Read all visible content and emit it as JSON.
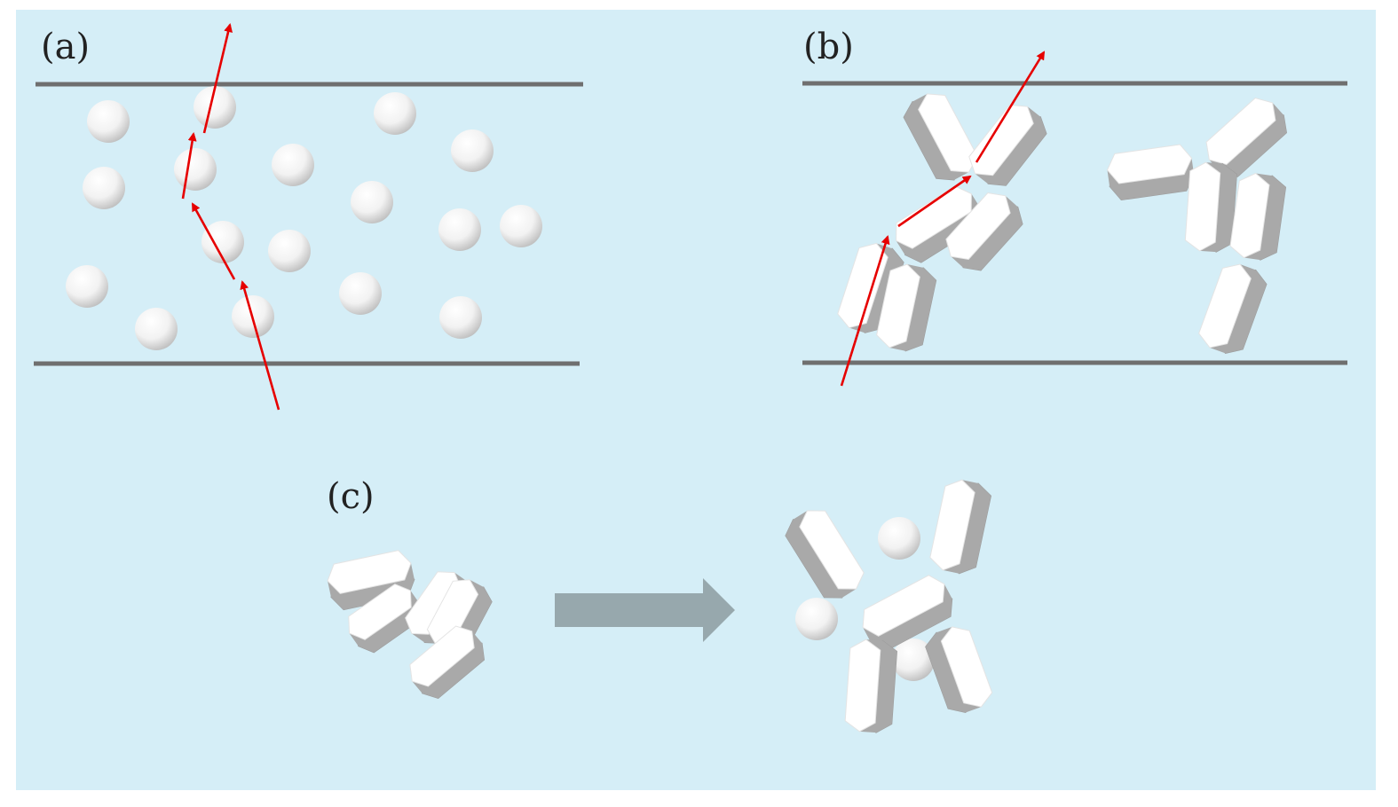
{
  "panels": {
    "a": {
      "label": "(a)"
    },
    "b": {
      "label": "(b)"
    },
    "c": {
      "label": "(c)"
    }
  },
  "colors": {
    "background": "#d5eef7",
    "plate": "#6f6f6f",
    "sphere_light": "#ffffff",
    "sphere_dark": "#b9b9b9",
    "flake_top": "#ffffff",
    "flake_side": "#a9a9a9",
    "ray": "#e60000",
    "process_arrow": "#97a8ad"
  },
  "icons": {
    "sphere": "sphere-particle-icon",
    "flake": "hexagonal-flake-icon",
    "ray": "light-ray-arrow-icon",
    "process": "right-arrow-icon"
  }
}
